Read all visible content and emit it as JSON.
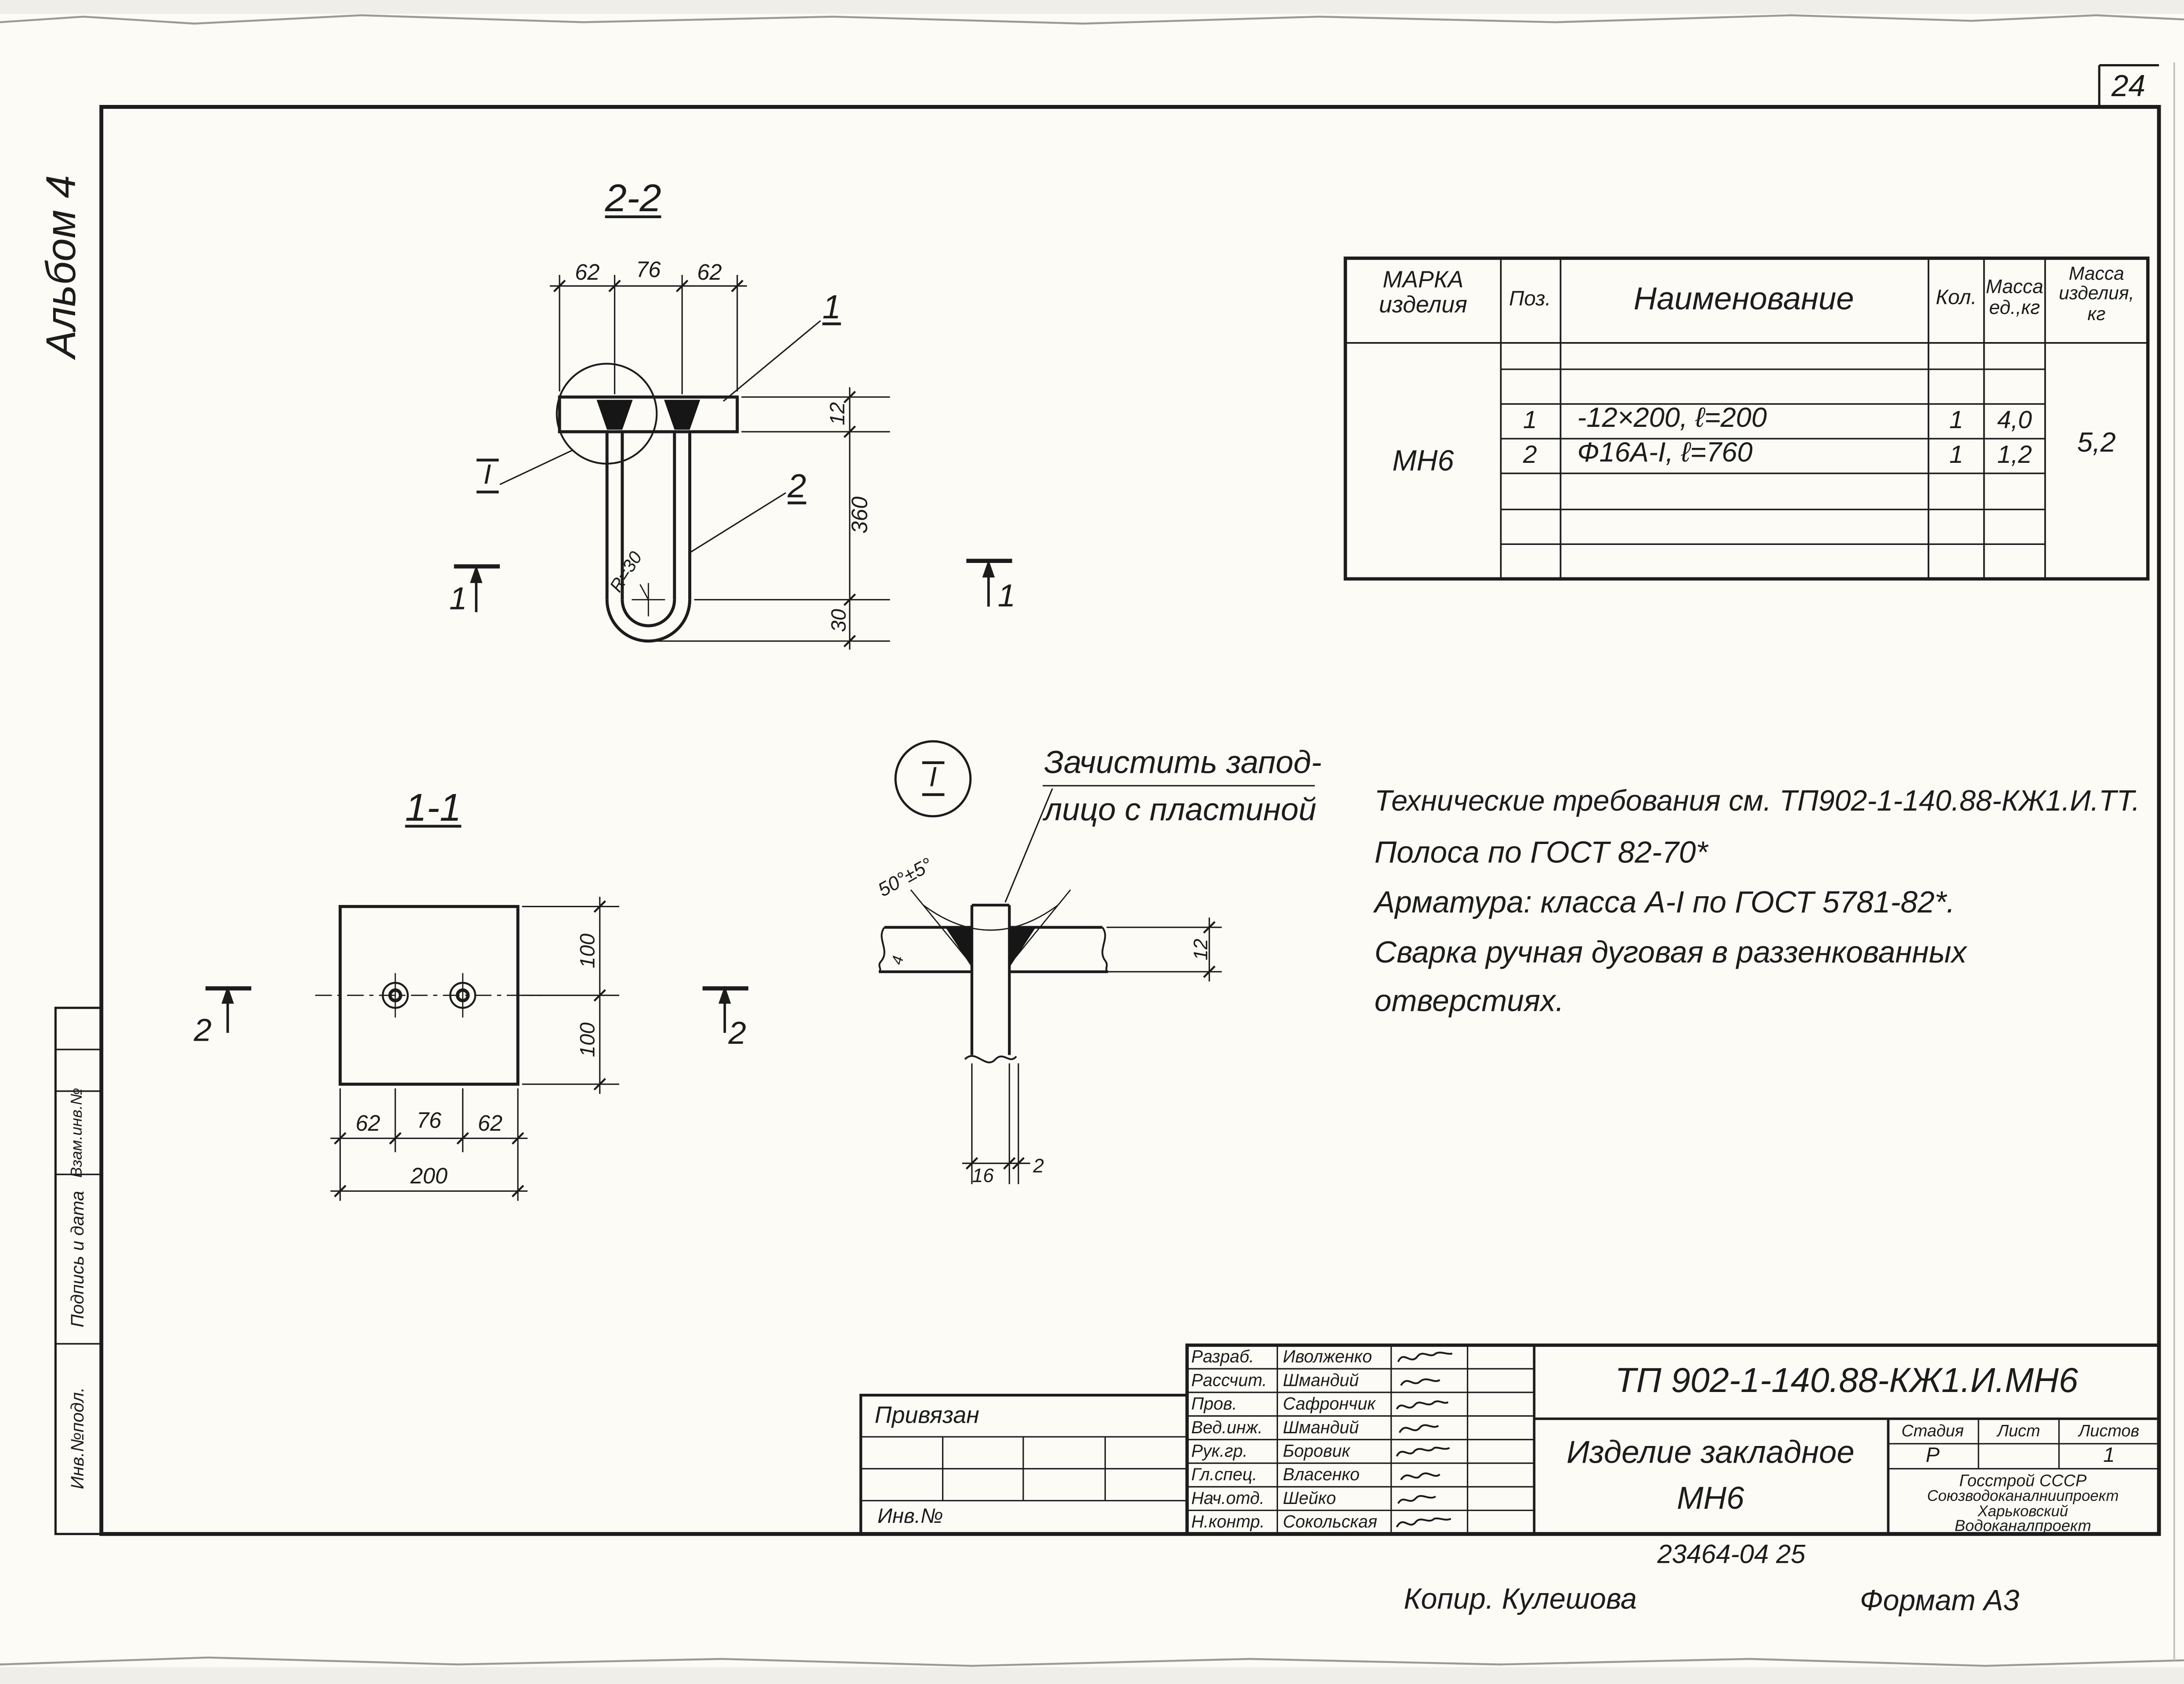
{
  "sheet": {
    "colors": {
      "ink": "#1c1c1c",
      "paper": "#fcfbf6"
    },
    "page_number": "24",
    "album_label": "Альбом 4",
    "archive_number": "23464-04  25",
    "copier_note": "Копир. Кулешова",
    "format_note": "Формат А3",
    "side_strip": {
      "vzam": "Взам.инв.№",
      "podpis": "Подпись и дата",
      "inv_podl": "Инв.№подл."
    }
  },
  "views": {
    "section_2_2": {
      "title": "2-2",
      "dim_62_left": "62",
      "dim_76": "76",
      "dim_62_right": "62",
      "dim_12": "12",
      "dim_360": "360",
      "dim_30": "30",
      "radius_note": "R=30",
      "item_1": "1",
      "item_2": "2",
      "detail_ref": "I",
      "cut_label": "1"
    },
    "section_1_1": {
      "title": "1-1",
      "dim_100_top": "100",
      "dim_100_bottom": "100",
      "dim_62_left": "62",
      "dim_76": "76",
      "dim_62_right": "62",
      "dim_200": "200",
      "cut_label": "2"
    },
    "detail_i": {
      "ref": "I",
      "note_line1": "Зачистить запод-",
      "note_line2": "лицо с пластиной",
      "angle": "50°±5°",
      "weld_size": "4",
      "dim_16": "16",
      "dim_2": "2",
      "dim_12": "12"
    }
  },
  "tech_requirements": {
    "line1": "Технические требования см. ТП902-1-140.88-КЖ1.И.ТТ.",
    "line2": "Полоса по ГОСТ 82-70*",
    "line3": "Арматура: класса А-I по ГОСТ 5781-82*.",
    "line4": "Сварка ручная дуговая в раззенкованных",
    "line5": "отверстиях."
  },
  "spec_table": {
    "headers": {
      "marka": "МАРКА\nизделия",
      "poz": "Поз.",
      "name": "Наименование",
      "qty": "Кол.",
      "mass_unit": "Масса\nед.,кг",
      "mass_item": "Масса\nизделия,\nкг"
    },
    "marka_value": "МН6",
    "mass_item_value": "5,2",
    "rows": [
      {
        "poz": "1",
        "name": "-12×200, ℓ=200",
        "qty": "1",
        "mass": "4,0"
      },
      {
        "poz": "2",
        "name": "Ф16А-I, ℓ=760",
        "qty": "1",
        "mass": "1,2"
      }
    ]
  },
  "title_block": {
    "doc_number": "ТП 902-1-140.88-КЖ1.И.МН6",
    "product_line1": "Изделие закладное",
    "product_line2": "МН6",
    "stage_header": "Стадия",
    "sheet_header": "Лист",
    "sheets_header": "Листов",
    "stage_value": "Р",
    "sheets_value": "1",
    "org_line1": "Госстрой СССР",
    "org_line2": "Союзводоканалниипроект",
    "org_line3": "Харьковский",
    "org_line4": "Водоканалпроект",
    "privyazan": "Привязан",
    "inv_no": "Инв.№",
    "signatures": [
      {
        "role": "Разраб.",
        "name": "Иволженко"
      },
      {
        "role": "Рассчит.",
        "name": "Шмандий"
      },
      {
        "role": "Пров.",
        "name": "Сафрончик"
      },
      {
        "role": "Вед.инж.",
        "name": "Шмандий"
      },
      {
        "role": "Рук.гр.",
        "name": "Боровик"
      },
      {
        "role": "Гл.спец.",
        "name": "Власенко"
      },
      {
        "role": "Нач.отд.",
        "name": "Шейко"
      },
      {
        "role": "Н.контр.",
        "name": "Сокольская"
      }
    ]
  }
}
